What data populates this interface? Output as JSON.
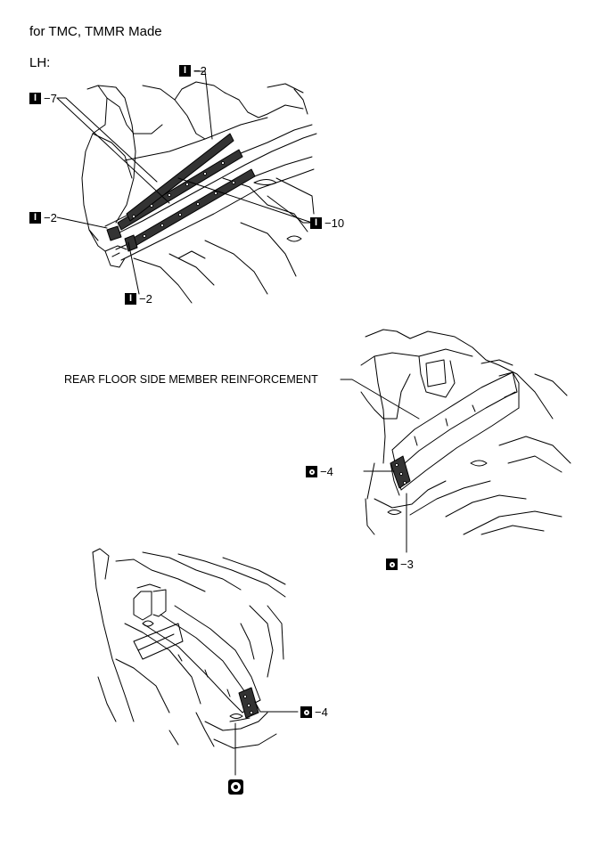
{
  "header": {
    "title": "for TMC, TMMR Made",
    "side": "LH:"
  },
  "labels": {
    "i_2_top": "−2",
    "i_7": "−7",
    "i_2_left": "−2",
    "i_10": "−10",
    "i_2_bottom": "−2",
    "callout_reinforcement": "REAR FLOOR SIDE MEMBER REINFORCEMENT",
    "o_4_mid": "−4",
    "o_3_mid": "−3",
    "o_4_bottom": "−4"
  },
  "symbols": {
    "i_letter": "I",
    "i_icon": "spot-weld-i-icon",
    "o_icon": "arc-weld-o-icon",
    "large_icon": "sealer-target-icon"
  }
}
